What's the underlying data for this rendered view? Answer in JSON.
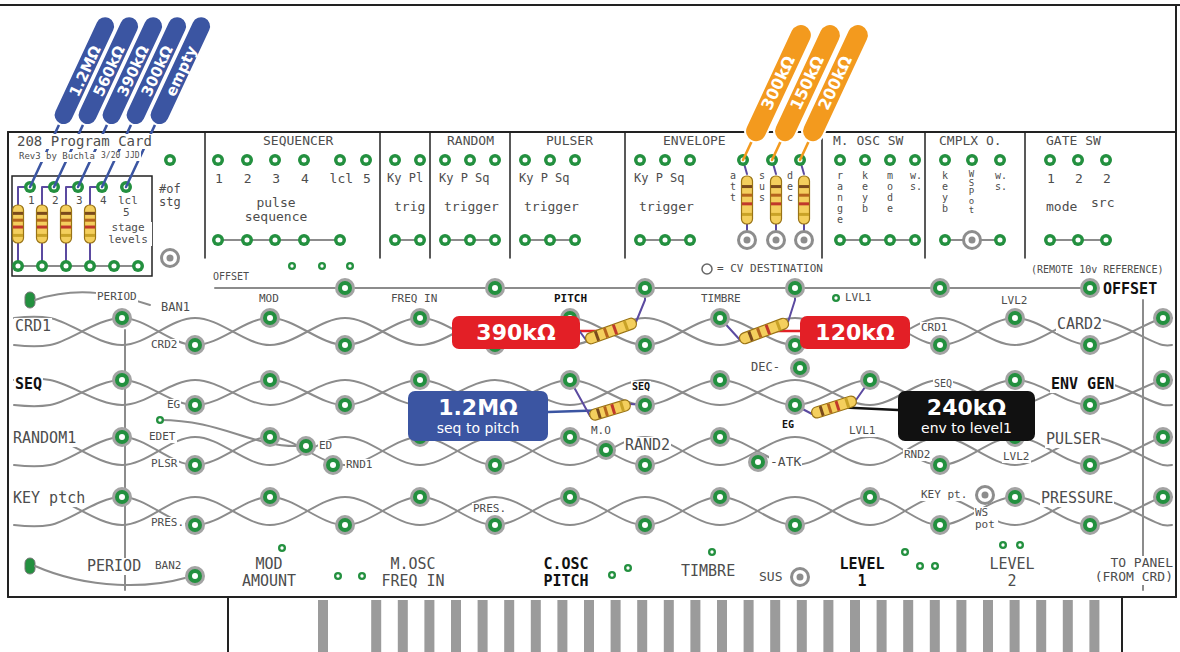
{
  "diagram": {
    "title": "208 Program Card",
    "nodes": [
      {
        "text": [
          "1.2MΩ"
        ]
      },
      {
        "text": [
          "560kΩ"
        ]
      },
      {
        "text": [
          "390kΩ"
        ]
      },
      {
        "text": [
          "300kΩ"
        ]
      },
      {
        "text": [
          "empty"
        ]
      },
      {
        "text": [
          "300kΩ"
        ]
      },
      {
        "text": [
          "150kΩ"
        ]
      },
      {
        "text": [
          "200kΩ"
        ]
      },
      {
        "text": [
          "390kΩ"
        ]
      },
      {
        "text": [
          "120kΩ"
        ]
      },
      {
        "text": [
          "1.2MΩ",
          "seq to pitch"
        ]
      },
      {
        "text": [
          "240kΩ",
          "env to level1"
        ]
      }
    ],
    "labels": [
      "Rev3 by Buchla",
      "3/20 JJD",
      "SEQUENCER",
      "RANDOM",
      "PULSER",
      "ENVELOPE",
      "M. OSC SW",
      "CMPLX O.",
      "GATE SW",
      "1 2 3 4 lcl",
      "5",
      "Ky Pl",
      "Ky P Sq",
      "Ky P Sq",
      "Ky P Sq",
      "att",
      "sus",
      "dec",
      "range",
      "key b",
      "mode",
      "w. s.",
      "key b",
      "WS Pot",
      "w. s.",
      "1 2 2",
      "1",
      "2",
      "3",
      "4",
      "lcl",
      "#of stg",
      "pulse sequence",
      "trig",
      "trigger",
      "trigger",
      "trigger",
      "mode",
      "src",
      "5",
      "stage levels",
      "OFFSET",
      "= CV DESTINATION",
      "(REMOTE 10v REFERENCE)",
      "OFFSET",
      "PERIOD",
      "BAN1",
      "MOD",
      "FREQ IN",
      "PITCH",
      "TIMBRE",
      "LVL1",
      "LVL2",
      "CRD1",
      "CRD1",
      "CARD2",
      "CRD2",
      "DEC-",
      "SEQ",
      "SEQ",
      "SEQ",
      "ENV GEN",
      "EG",
      "EG",
      "EDET",
      "ED",
      "M.O",
      "RAND2",
      "LVL1",
      "RND2",
      "RANDOM1",
      "PULSER",
      "PLSR",
      "RND1",
      "-ATK",
      "LVL2",
      "KEY ptch",
      "KEY pt.",
      "WS pot",
      "PRESSURE",
      "PRES.",
      "PRES.",
      "PERIOD",
      "BAN2",
      "MOD AMOUNT",
      "M.OSC FREQ IN",
      "C.OSC PITCH",
      "TIMBRE",
      "SUS",
      "LEVEL 1",
      "LEVEL 2",
      "TO PANEL (FROM CRD)"
    ]
  }
}
